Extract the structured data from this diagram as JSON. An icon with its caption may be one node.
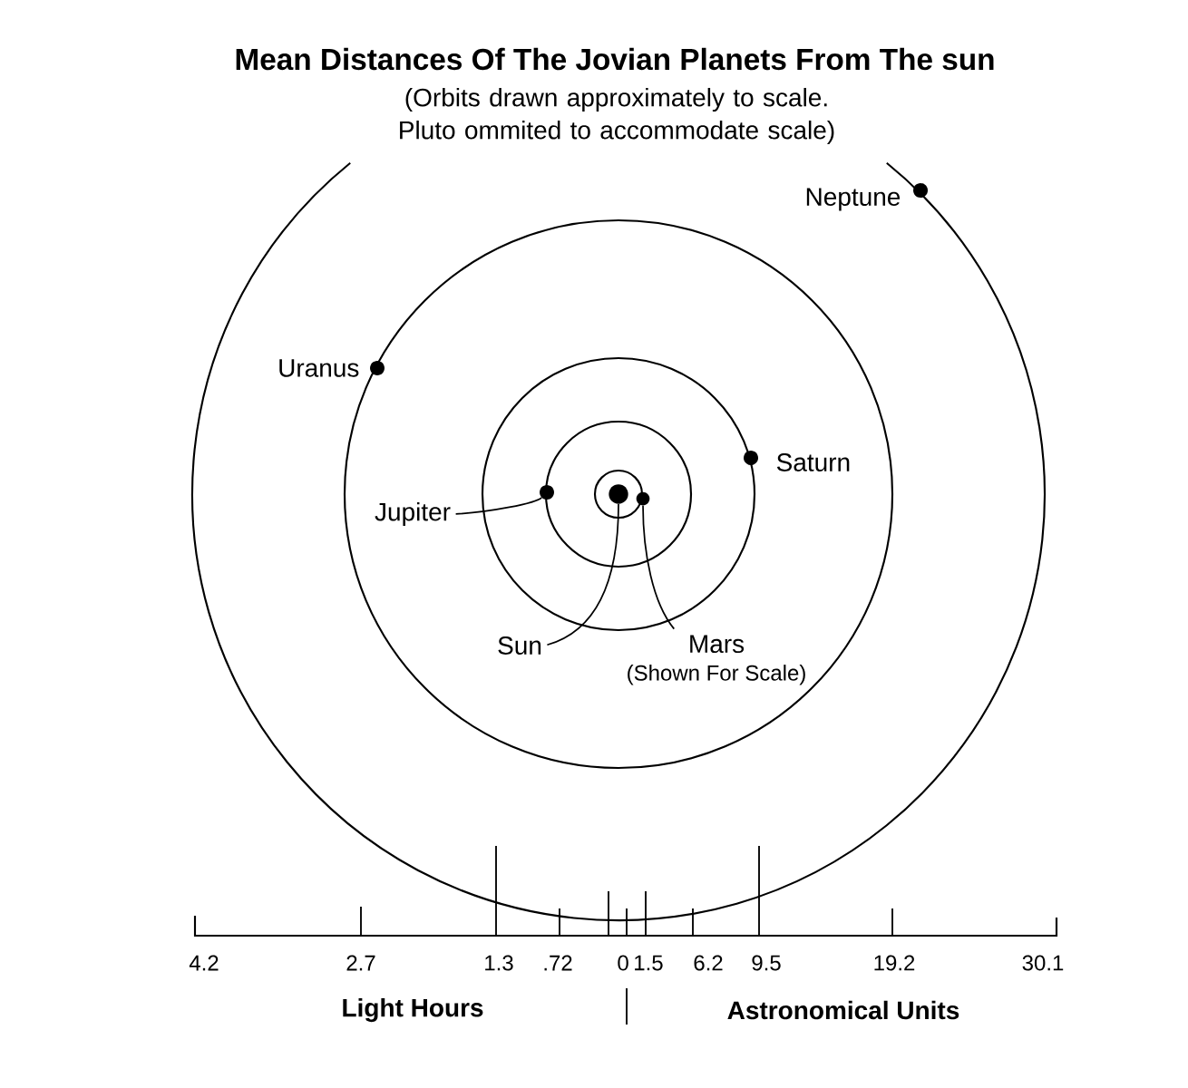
{
  "diagram": {
    "title": "Mean Distances Of The Jovian Planets From The sun",
    "nodes": [
      {
        "text": [],
        "shape": "circle",
        "beside": [
          "Neptune"
        ]
      },
      {
        "text": [],
        "shape": "circle",
        "beside": [
          "Uranus"
        ]
      },
      {
        "text": [],
        "shape": "circle",
        "beside": [
          "Saturn"
        ]
      },
      {
        "text": [
          "Jupiter"
        ]
      },
      {
        "text": [],
        "shape": "circle"
      },
      {
        "text": [],
        "shape": "circle"
      },
      {
        "text": [
          "Sun"
        ]
      },
      {
        "text": [],
        "shape": "circle"
      },
      {
        "text": [
          "Mars",
          "(Shown For Scale)"
        ]
      }
    ],
    "edges": [
      {
        "from": 3,
        "to": 4,
        "arrow": "none"
      },
      {
        "from": 6,
        "to": 5,
        "arrow": "none"
      },
      {
        "from": 8,
        "to": 7,
        "arrow": "none"
      }
    ],
    "labels": [
      "(Orbits drawn approximately to scale. Pluto ommited to accommodate scale)",
      "4.2",
      "2.7",
      "1.3",
      ".72",
      "0",
      "1.5",
      "6.2",
      "9.5",
      "19.2",
      "30.1",
      "Light Hours",
      "Astronomical Units"
    ]
  }
}
